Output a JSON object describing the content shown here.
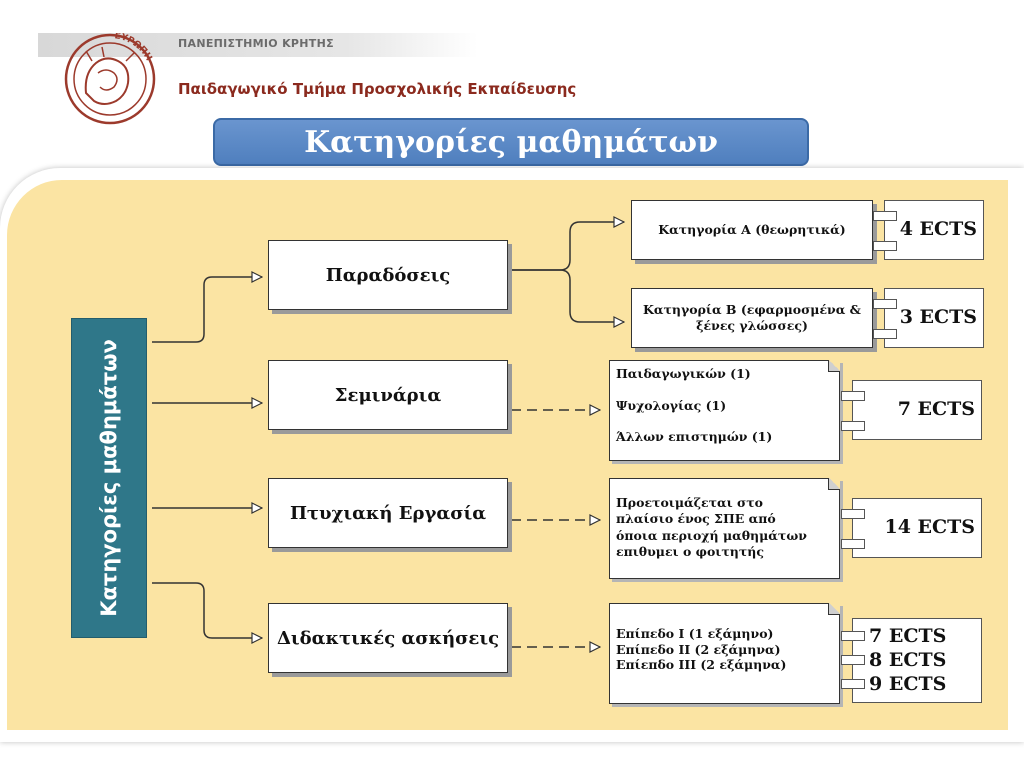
{
  "header": {
    "university": "ΠΑΝΕΠΙΣΤΗΜΙΟ ΚΡΗΤΗΣ",
    "department": "Παιδαγωγικό Τμήμα  Προσχολικής Εκπαίδευσης",
    "seal_text": "ΕΥΡΩΠΗ"
  },
  "title": "Κατηγορίες μαθημάτων",
  "side_label": "Κατηγορίες μαθημάτων",
  "categories": [
    {
      "label": "Παραδόσεις"
    },
    {
      "label": "Σεμινάρια"
    },
    {
      "label": "Πτυχιακή Εργασία"
    },
    {
      "label": "Διδακτικές ασκήσεις"
    }
  ],
  "lectures": [
    {
      "label": "Κατηγορία Α (θεωρητικά)",
      "ects": "4 ECTS"
    },
    {
      "label": "Κατηγορία Β (εφαρμοσμένα & ξένες γλώσσες)",
      "ects": "3 ECTS"
    }
  ],
  "seminars": {
    "lines": [
      "Παιδαγωγικών (1)",
      "Ψυχολογίας (1)",
      "Άλλων επιστημών (1)"
    ],
    "ects": "7 ECTS"
  },
  "thesis": {
    "text": "Προετοιμάζεται στο πλαίσιο ένος ΣΠΕ από όποια περιοχή μαθημάτων επιθυμει ο φοιτητής",
    "ects": "14 ECTS"
  },
  "teaching_practice": {
    "lines": [
      "Επίπεδο Ι  (1 εξάμηνο)",
      "Επίπεδο ΙΙ (2 εξάμηνα)",
      "Επίεπδο ΙΙΙ (2 εξάμηνα)"
    ],
    "ects": [
      "7 ECTS",
      "8 ECTS",
      "9 ECTS"
    ]
  },
  "colors": {
    "panel": "#fbe4a3",
    "title_bar": "#5585c5",
    "side_box": "#2f7789",
    "department_text": "#8b2a1e"
  }
}
